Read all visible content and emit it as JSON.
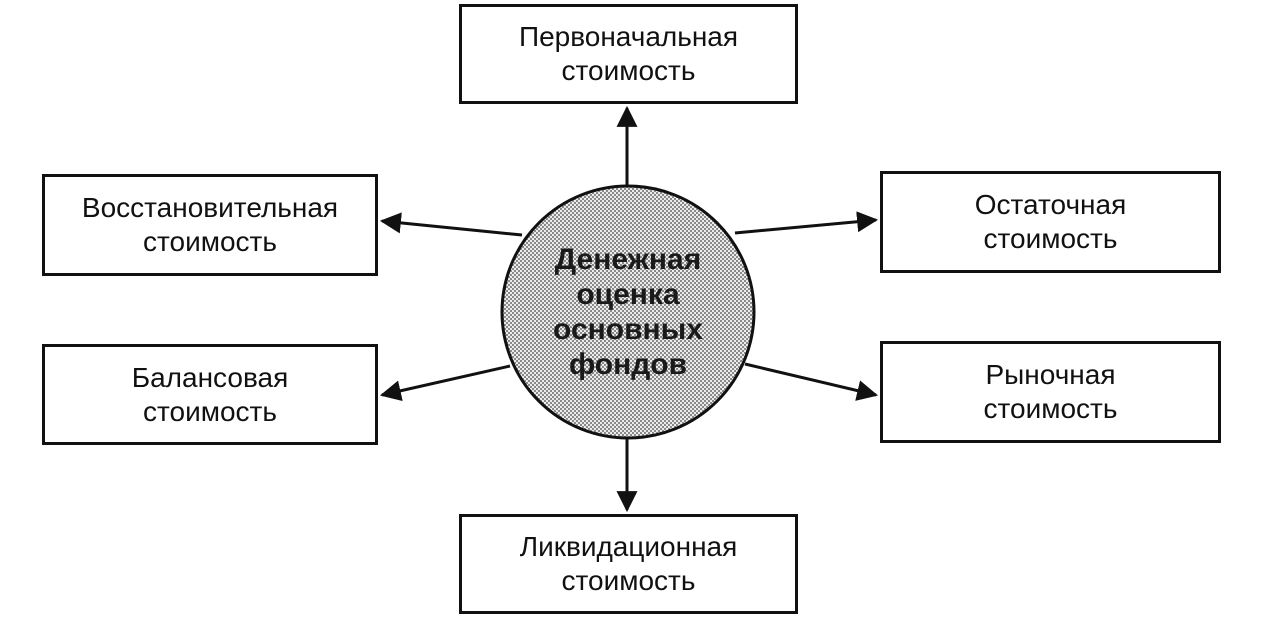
{
  "center": {
    "lines": [
      "Денежная",
      "оценка",
      "основных",
      "фондов"
    ]
  },
  "nodes": {
    "top": {
      "line1": "Первоначальная",
      "line2": "стоимость"
    },
    "left1": {
      "line1": "Восстановительная",
      "line2": "стоимость"
    },
    "right1": {
      "line1": "Остаточная",
      "line2": "стоимость"
    },
    "left2": {
      "line1": "Балансовая",
      "line2": "стоимость"
    },
    "right2": {
      "line1": "Рыночная",
      "line2": "стоимость"
    },
    "bottom": {
      "line1": "Ликвидационная",
      "line2": "стоимость"
    }
  },
  "colors": {
    "stroke": "#111111",
    "circle_fill": "#d4d4d4"
  }
}
